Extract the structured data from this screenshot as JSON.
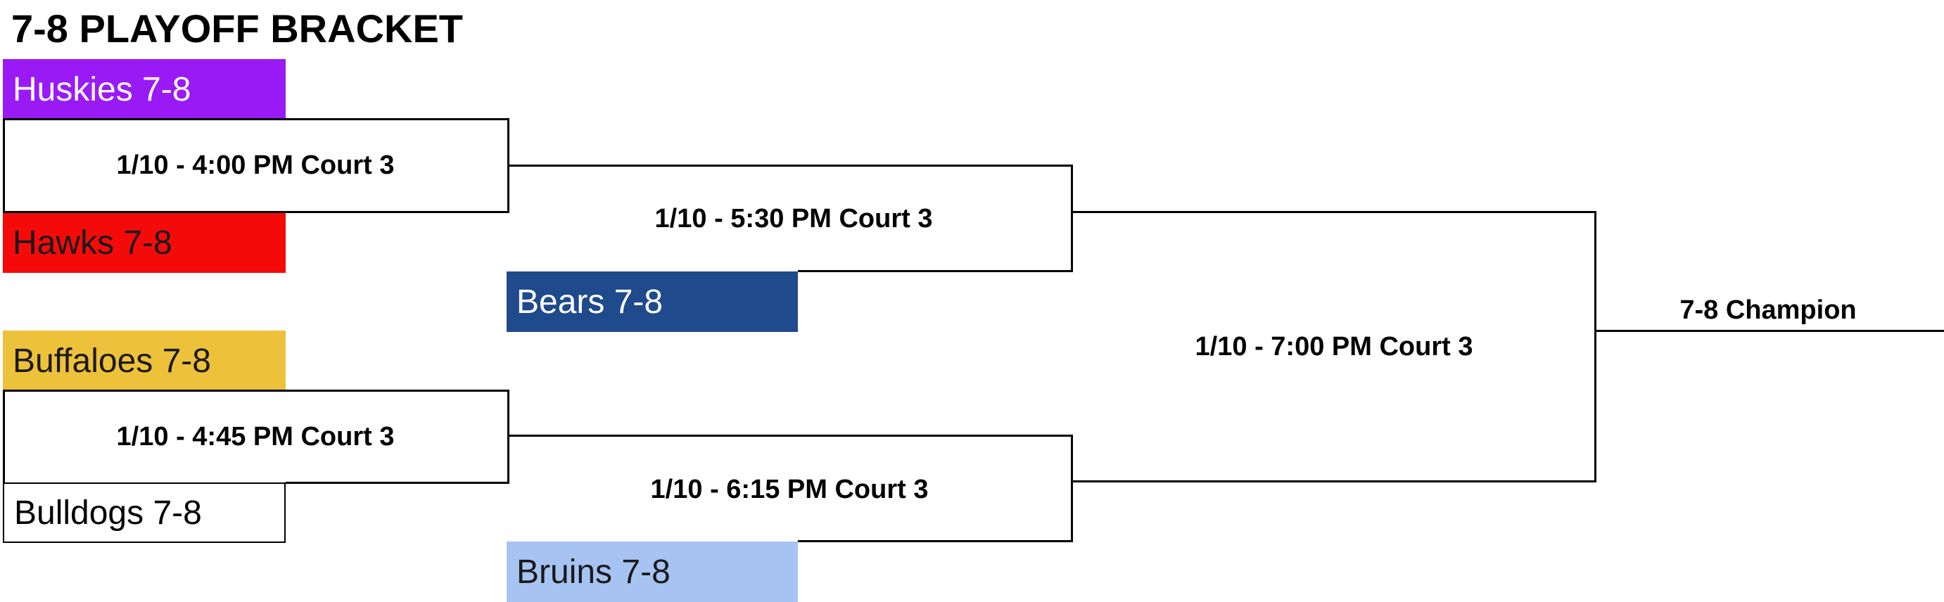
{
  "title": "7-8 PLAYOFF BRACKET",
  "teams": {
    "huskies": {
      "label": "Huskies 7-8",
      "color": "#9a1af5",
      "text_color": "#ffffff"
    },
    "hawks": {
      "label": "Hawks 7-8",
      "color": "#f50a0a",
      "text_color": "#1a1a1a"
    },
    "buffaloes": {
      "label": "Buffaloes 7-8",
      "color": "#eec13a",
      "text_color": "#1a1a1a"
    },
    "bulldogs": {
      "label": "Bulldogs 7-8",
      "color": "#ffffff",
      "text_color": "#000000"
    },
    "bears": {
      "label": "Bears 7-8",
      "color": "#1f4a8c",
      "text_color": "#ffffff"
    },
    "bruins": {
      "label": "Bruins 7-8",
      "color": "#a6c3f2",
      "text_color": "#1a1a1a"
    }
  },
  "games": {
    "round1_top": "1/10 - 4:00 PM Court 3",
    "round1_bottom": "1/10 - 4:45 PM Court 3",
    "semi_top": "1/10 - 5:30 PM Court 3",
    "semi_bottom": "1/10 - 6:15 PM Court 3",
    "final": "1/10 - 7:00 PM Court 3"
  },
  "champion_label": "7-8 Champion"
}
